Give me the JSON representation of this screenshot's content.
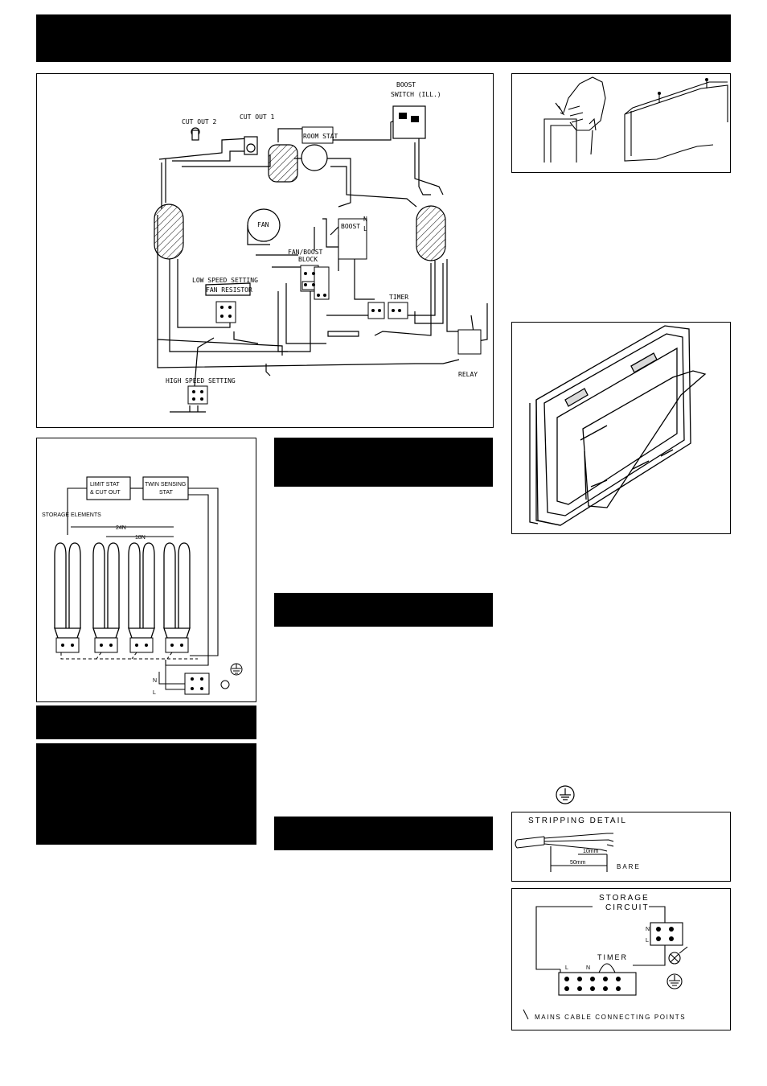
{
  "wiring": {
    "boost_switch_a": "BOOST",
    "boost_switch_b": "SWITCH (ILL.)",
    "cut_out_2": "CUT OUT 2",
    "cut_out_1": "CUT OUT 1",
    "room_stat": "ROOM STAT",
    "fan": "FAN",
    "boost": "BOOST",
    "fan_boost_block_a": "FAN/BOOST",
    "fan_boost_block_b": "BLOCK",
    "low_speed_setting": "LOW SPEED SETTING",
    "fan_resistor": "FAN RESISTOR",
    "timer": "TIMER",
    "relay": "RELAY",
    "high_speed_setting": "HIGH SPEED SETTING",
    "n": "N",
    "l": "L"
  },
  "storage": {
    "limit_stat_a": "LIMIT STAT",
    "limit_stat_b": "& CUT OUT",
    "twin_sensing_a": "TWIN SENSING",
    "twin_sensing_b": "STAT",
    "storage_elements": "STORAGE ELEMENTS",
    "dim_24n": "24N",
    "dim_18n": "18N",
    "n": "N",
    "l": "L"
  },
  "stripping": {
    "title": "STRIPPING DETAIL",
    "dim_10mm": "10mm",
    "dim_50mm": "50mm",
    "bare": "BARE"
  },
  "circuit": {
    "storage_a": "STORAGE",
    "storage_b": "CIRCUIT",
    "timer": "TIMER",
    "mains": "MAINS CABLE CONNECTING POINTS",
    "n": "N",
    "l": "L"
  },
  "colors": {
    "ink": "#000000",
    "paper": "#ffffff"
  }
}
